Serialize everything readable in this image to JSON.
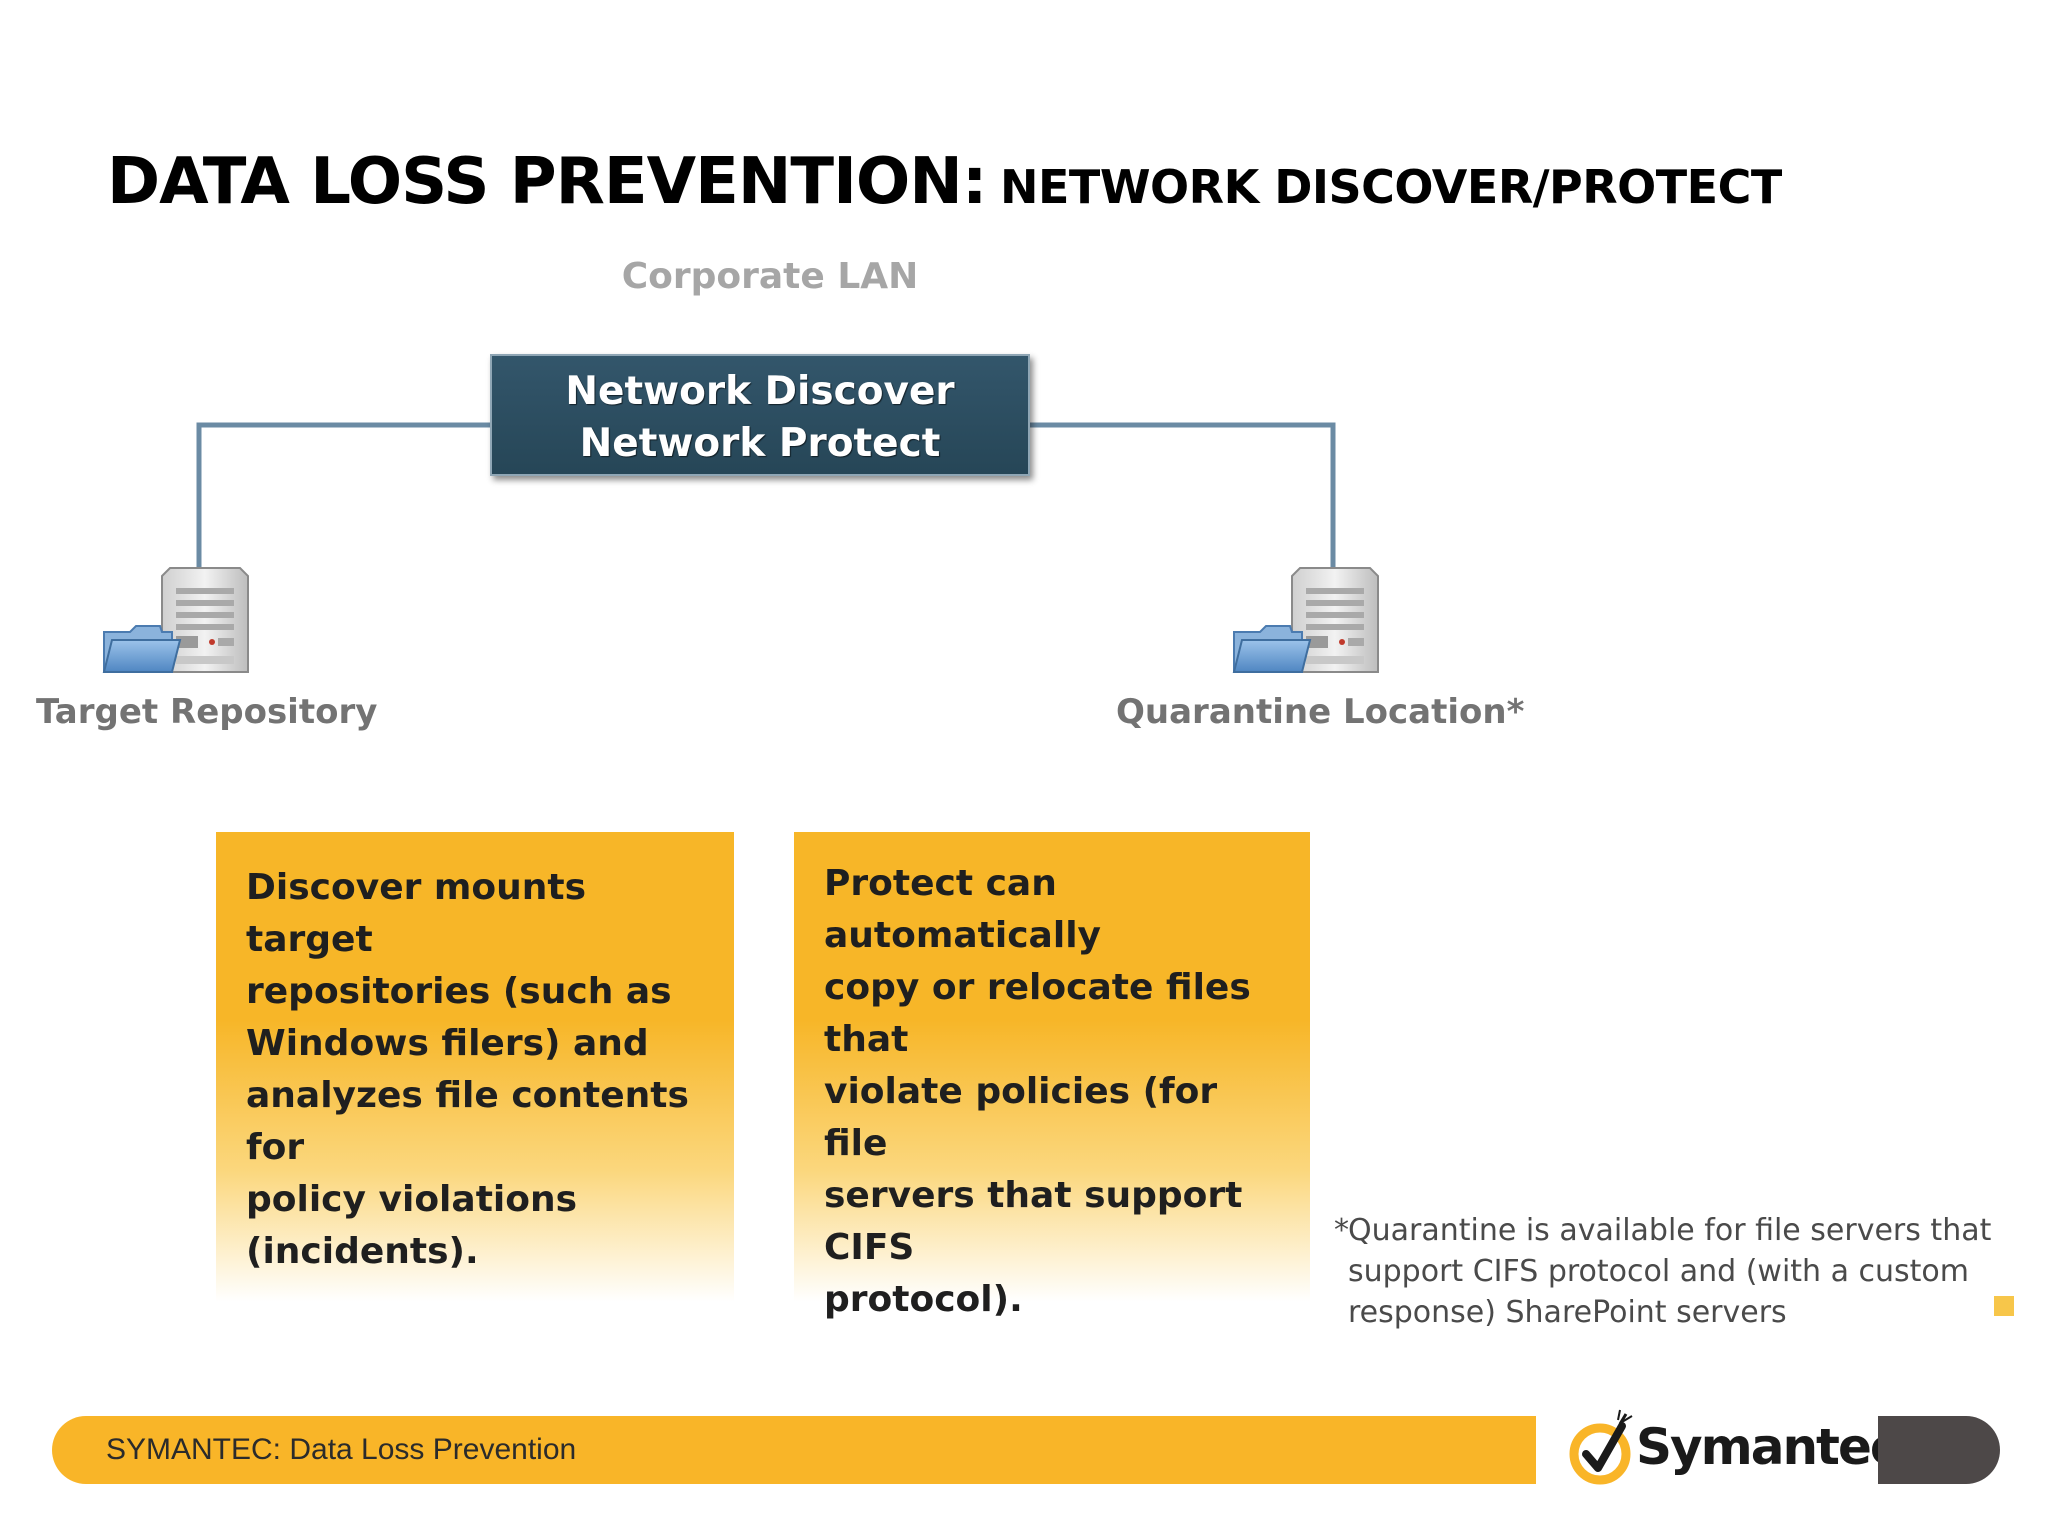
{
  "slide": {
    "title_main": "DATA LOSS PREVENTION:",
    "title_sub": "NETWORK DISCOVER/PROTECT"
  },
  "diagram": {
    "lan_label": "Corporate LAN",
    "server_line1": "Network Discover",
    "server_line2": "Network  Protect",
    "left_node_label": "Target Repository",
    "right_node_label": "Quarantine Location*",
    "left_node_icon": "file-server-icon",
    "right_node_icon": "file-server-icon"
  },
  "callouts": {
    "discover": [
      "Discover mounts target",
      "repositories (such as",
      "Windows filers) and",
      "analyzes file contents for",
      "policy violations",
      "(incidents)."
    ],
    "protect": [
      "Protect can automatically",
      "copy or relocate files that",
      "violate policies (for file",
      "servers that support CIFS",
      "protocol)."
    ]
  },
  "footnote": {
    "star": "*",
    "lines": [
      "Quarantine is available for file servers that",
      "support CIFS protocol and (with a custom",
      "response) SharePoint servers"
    ]
  },
  "footer": {
    "text": "SYMANTEC: Data Loss Prevention",
    "logo_text": "Symantec",
    "logo_tm": "™",
    "logo_icon": "checkmark-logo-icon"
  },
  "colors": {
    "accent_yellow": "#f9b528",
    "server_box": "#2f5063",
    "connector": "#6b8ba4",
    "label_gray": "#737373"
  }
}
